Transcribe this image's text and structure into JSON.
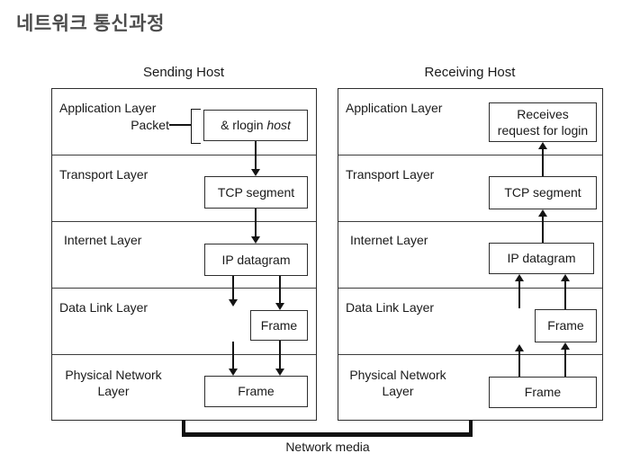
{
  "page": {
    "title": "네트워크 통신과정"
  },
  "sending_host": {
    "header": "Sending Host",
    "layers": {
      "application": "Application Layer",
      "transport": "Transport Layer",
      "internet": "Internet Layer",
      "datalink": "Data Link Layer",
      "physical_line1": "Physical Network",
      "physical_line2": "Layer"
    },
    "packet_label": "Packet",
    "boxes": {
      "rlogin_prefix": "& rlogin",
      "rlogin_italic": "host",
      "tcp": "TCP segment",
      "ip": "IP datagram",
      "frame_datalink": "Frame",
      "frame_physical": "Frame"
    }
  },
  "receiving_host": {
    "header": "Receiving Host",
    "layers": {
      "application": "Application Layer",
      "transport": "Transport Layer",
      "internet": "Internet Layer",
      "datalink": "Data Link Layer",
      "physical_line1": "Physical Network",
      "physical_line2": "Layer"
    },
    "boxes": {
      "receives_line1": "Receives",
      "receives_line2": "request for login",
      "tcp": "TCP segment",
      "ip": "IP datagram",
      "frame_datalink": "Frame",
      "frame_physical": "Frame"
    }
  },
  "network_media": {
    "label": "Network media"
  },
  "colors": {
    "title_text": "#4d4d4d",
    "diagram_ink": "#1a1a1a",
    "background": "#ffffff"
  }
}
